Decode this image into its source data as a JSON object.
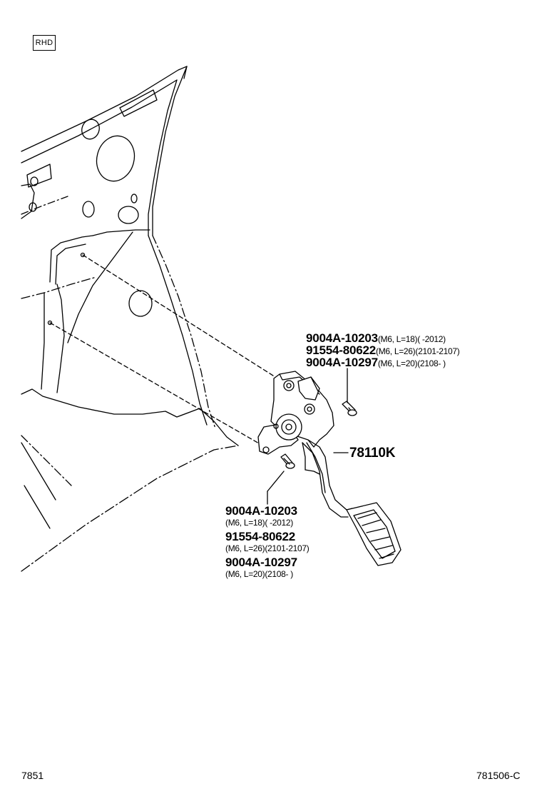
{
  "region_badge": "RHD",
  "main_part": "78110K",
  "upper_callout": [
    {
      "part_no": "9004A-10203",
      "spec": "(M6, L=18)(        -2012)"
    },
    {
      "part_no": "91554-80622",
      "spec": "(M6, L=26)(2101-2107)"
    },
    {
      "part_no": "9004A-10297",
      "spec": "(M6, L=20)(2108-       )"
    }
  ],
  "lower_callout": [
    {
      "part_no": "9004A-10203",
      "spec": "(M6, L=18)(        -2012)"
    },
    {
      "part_no": "91554-80622",
      "spec": "(M6, L=26)(2101-2107)"
    },
    {
      "part_no": "9004A-10297",
      "spec": "(M6, L=20)(2108-       )"
    }
  ],
  "footer": {
    "left_code": "7851",
    "right_code": "781506-C"
  }
}
